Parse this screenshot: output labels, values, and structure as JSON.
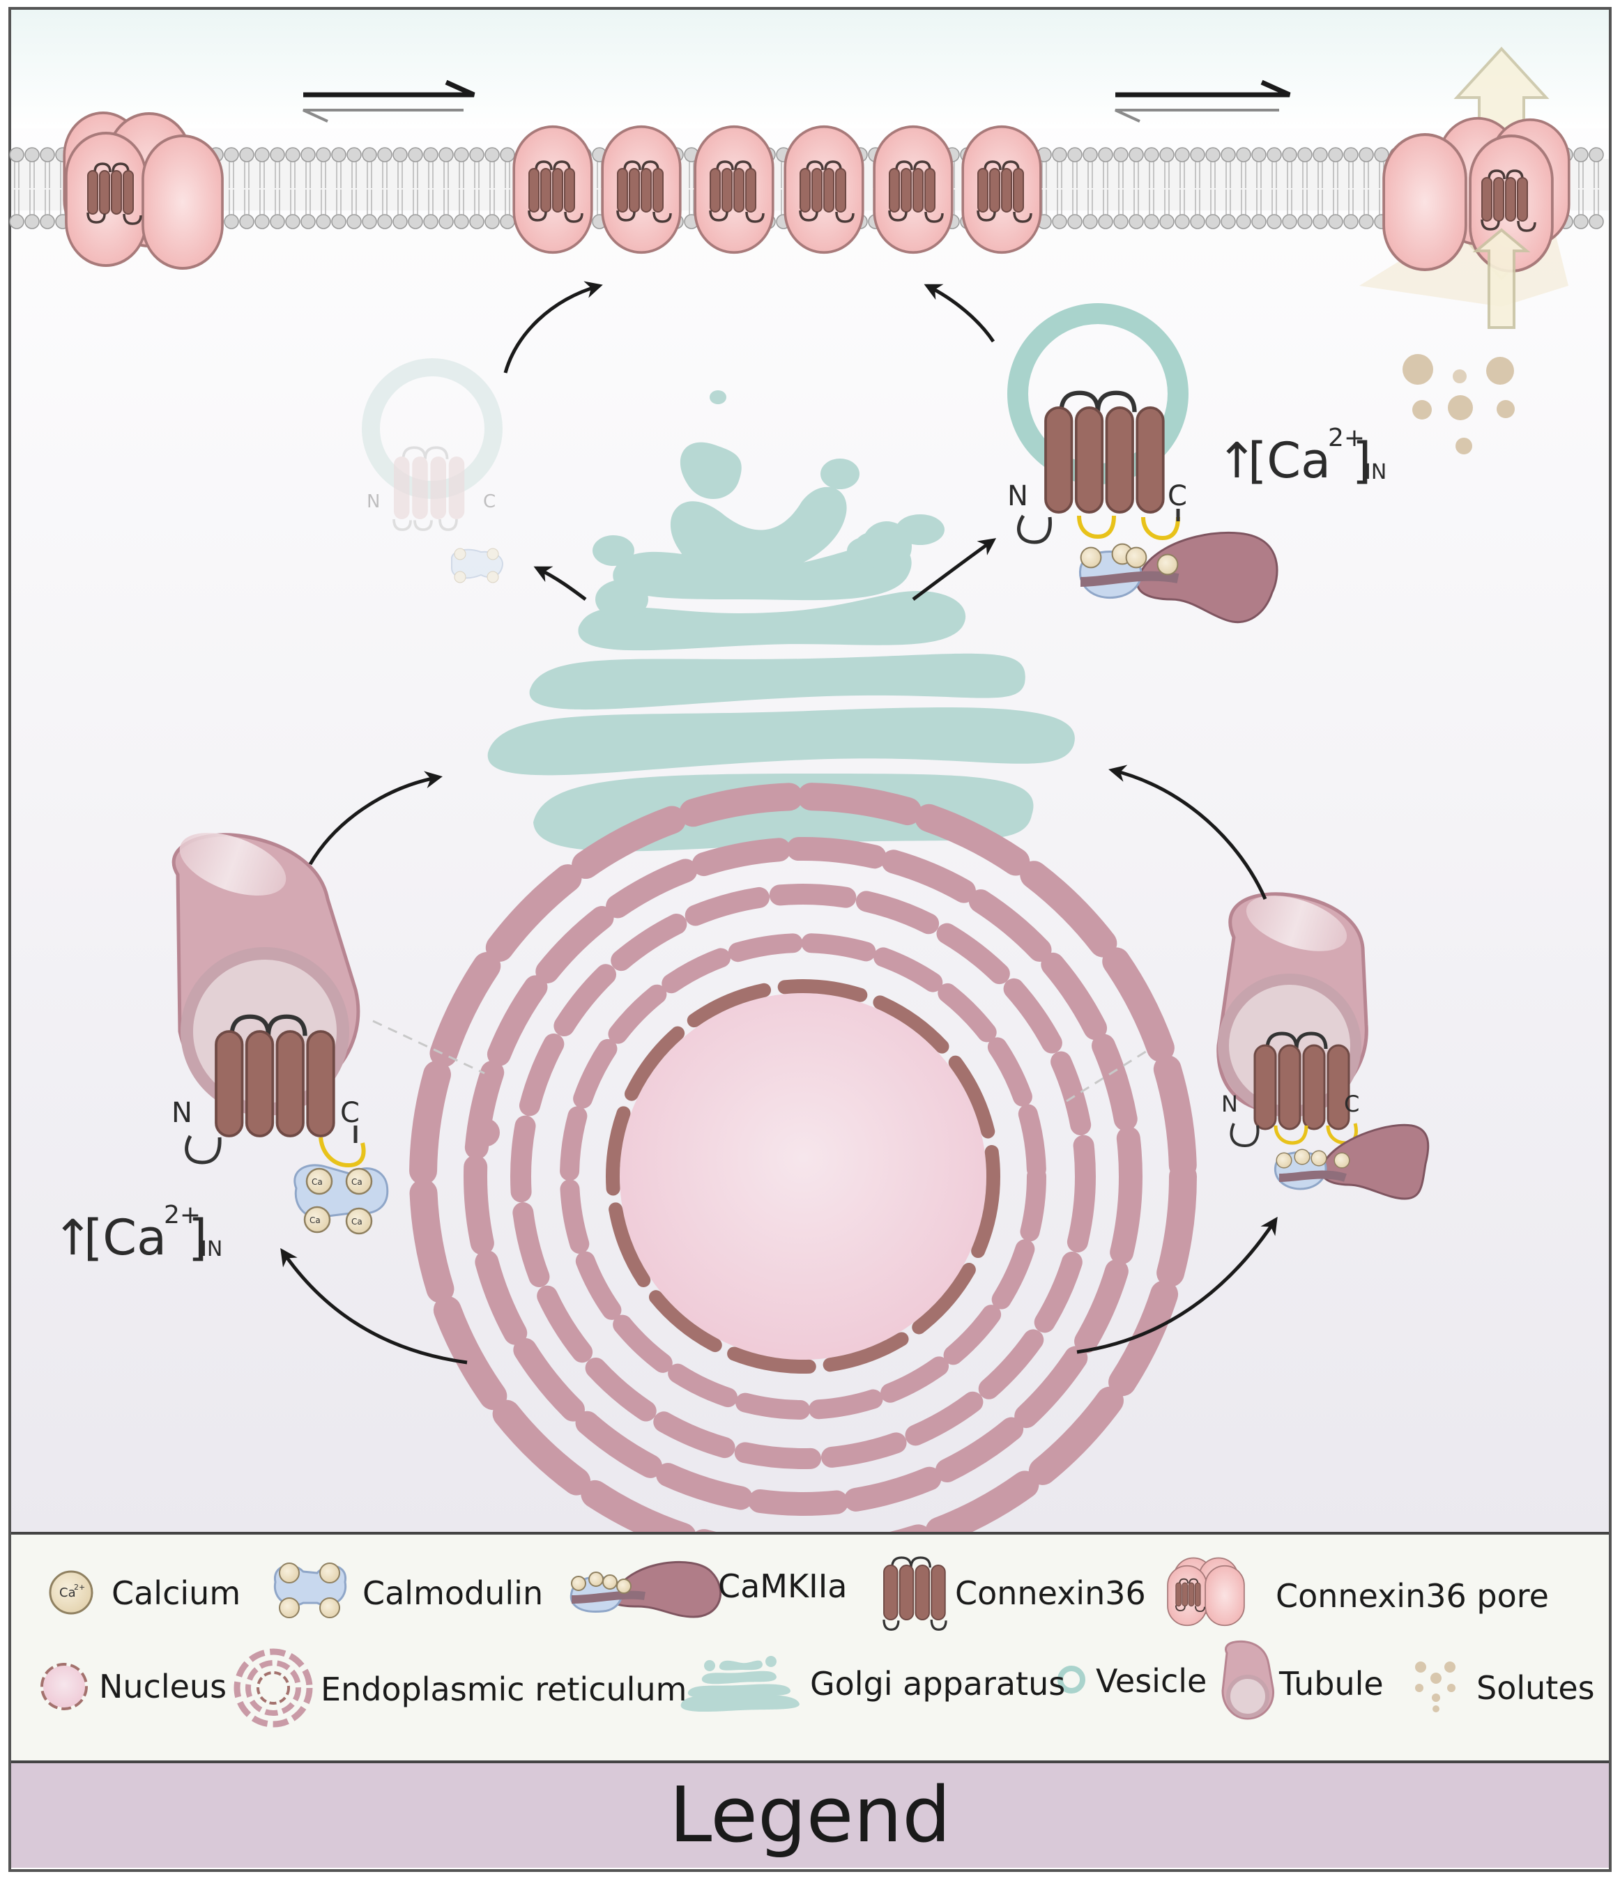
{
  "diagram": {
    "annotations": {
      "ca_left": {
        "arrow": "↑",
        "main": "[Ca",
        "sup": "2+",
        "close": "]",
        "sub": "IN"
      },
      "ca_right": {
        "arrow": "↑",
        "main": "[Ca",
        "sup": "2+",
        "close": "]",
        "sub": "IN"
      }
    },
    "terminals": {
      "n": "N",
      "c": "C"
    },
    "calcium_symbol": "Ca",
    "calcium_charge": "2+"
  },
  "legend": {
    "title": "Legend",
    "items": [
      {
        "label": "Calcium",
        "icon": "calcium-icon"
      },
      {
        "label": "Calmodulin",
        "icon": "calmodulin-icon"
      },
      {
        "label": "CaMKIIa",
        "icon": "camkiia-icon"
      },
      {
        "label": "Connexin36",
        "icon": "connexin36-icon"
      },
      {
        "label": "Connexin36 pore",
        "icon": "connexin36-pore-icon"
      },
      {
        "label": "Nucleus",
        "icon": "nucleus-icon"
      },
      {
        "label": "Endoplasmic reticulum",
        "icon": "er-icon"
      },
      {
        "label": "Golgi apparatus",
        "icon": "golgi-icon"
      },
      {
        "label": "Vesicle",
        "icon": "vesicle-icon"
      },
      {
        "label": "Tubule",
        "icon": "tubule-icon"
      },
      {
        "label": "Solutes",
        "icon": "solutes-icon"
      }
    ]
  },
  "colors": {
    "membrane": "#c9c9c9",
    "pore": "#f0b8b8",
    "pore_stroke": "#a87a7a",
    "connexin": "#9b6a62",
    "golgi": "#b7d8d3",
    "er": "#c99aa6",
    "nucleus": "#f2d3df",
    "nucleus_envelope": "#a3716d",
    "vesicle": "#a9d3cc",
    "calmodulin": "#c8d8ee",
    "calcium": "#e9dcc0",
    "camkii": "#b07d88",
    "arrow": "#1a1a1a",
    "yellow": "#e8c21a",
    "legend_bar": "#d9c9d8"
  }
}
